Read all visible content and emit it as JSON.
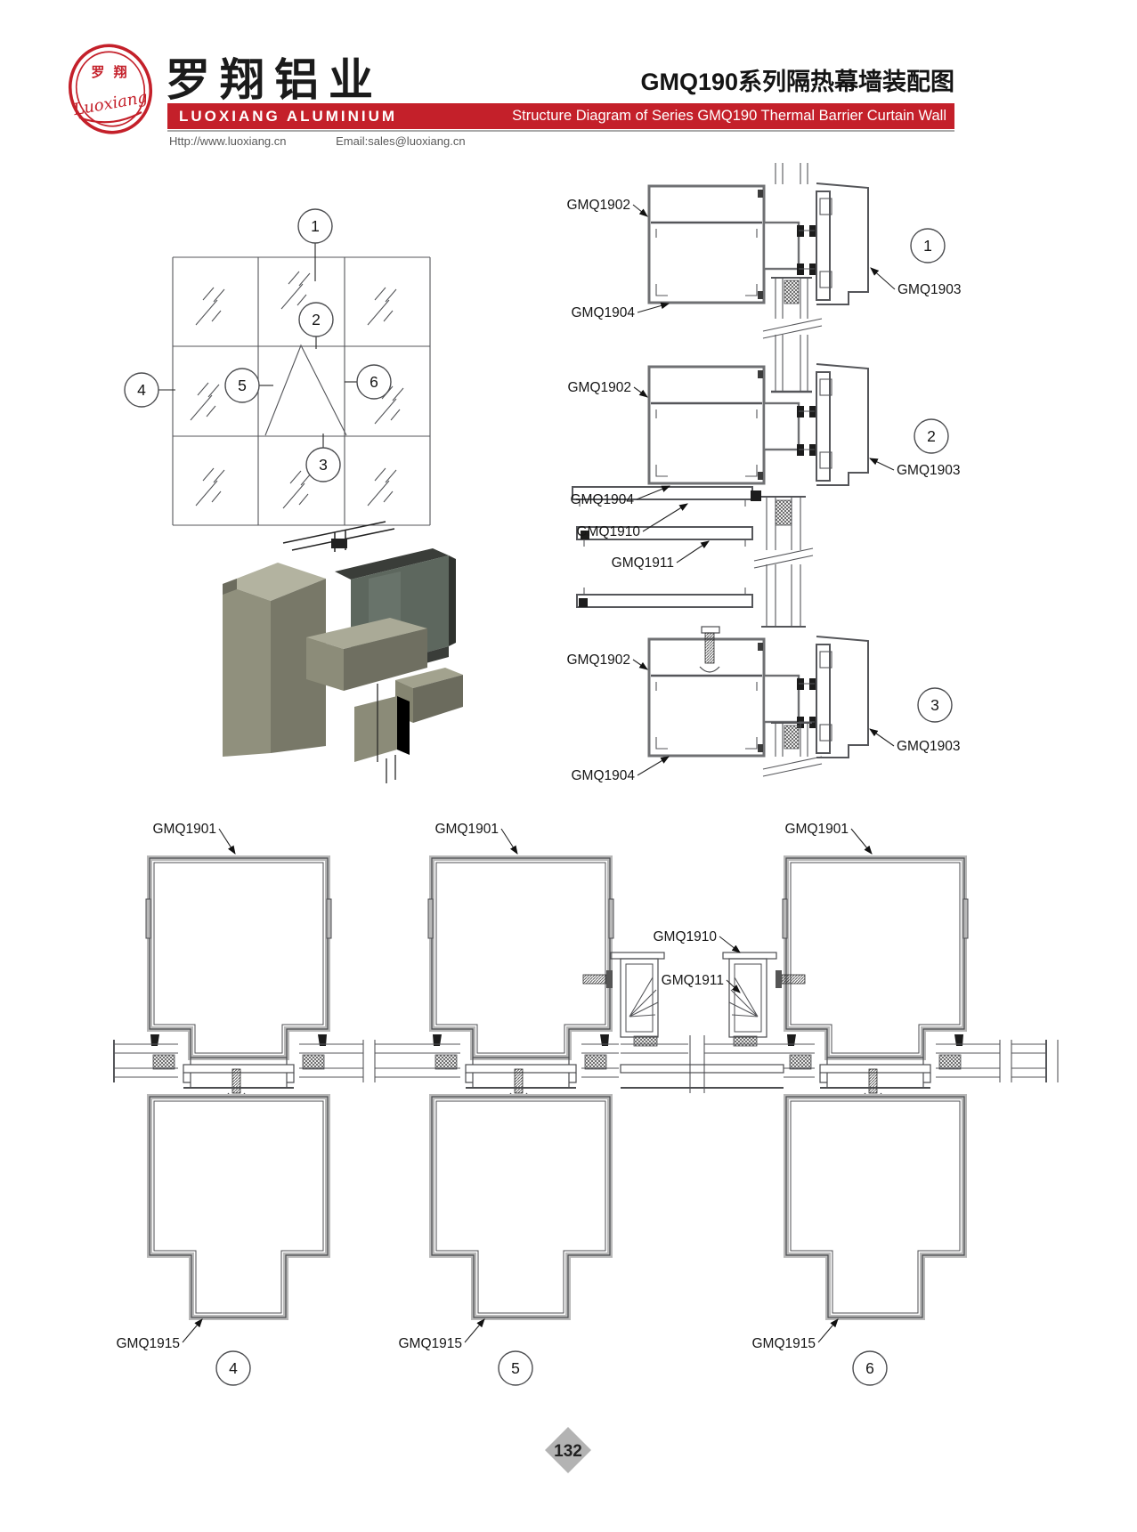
{
  "header": {
    "brand_red": "#c4202a",
    "logo": {
      "zh": "罗 翔",
      "script": "Luoxiang"
    },
    "company_zh": "罗翔铝业",
    "company_en": "LUOXIANG ALUMINIUM",
    "title_zh": "GMQ190系列隔热幕墙装配图",
    "title_en": "Structure Diagram of Series GMQ190 Thermal Barrier Curtain Wall",
    "website": "Http://www.luoxiang.cn",
    "email": "Email:sales@luoxiang.cn"
  },
  "parts": {
    "p1901": "GMQ1901",
    "p1902": "GMQ1902",
    "p1903": "GMQ1903",
    "p1904": "GMQ1904",
    "p1910": "GMQ1910",
    "p1911": "GMQ1911",
    "p1915": "GMQ1915"
  },
  "callouts": {
    "c1": "1",
    "c2": "2",
    "c3": "3",
    "c4": "4",
    "c5": "5",
    "c6": "6"
  },
  "footer": {
    "page_number": "132"
  }
}
